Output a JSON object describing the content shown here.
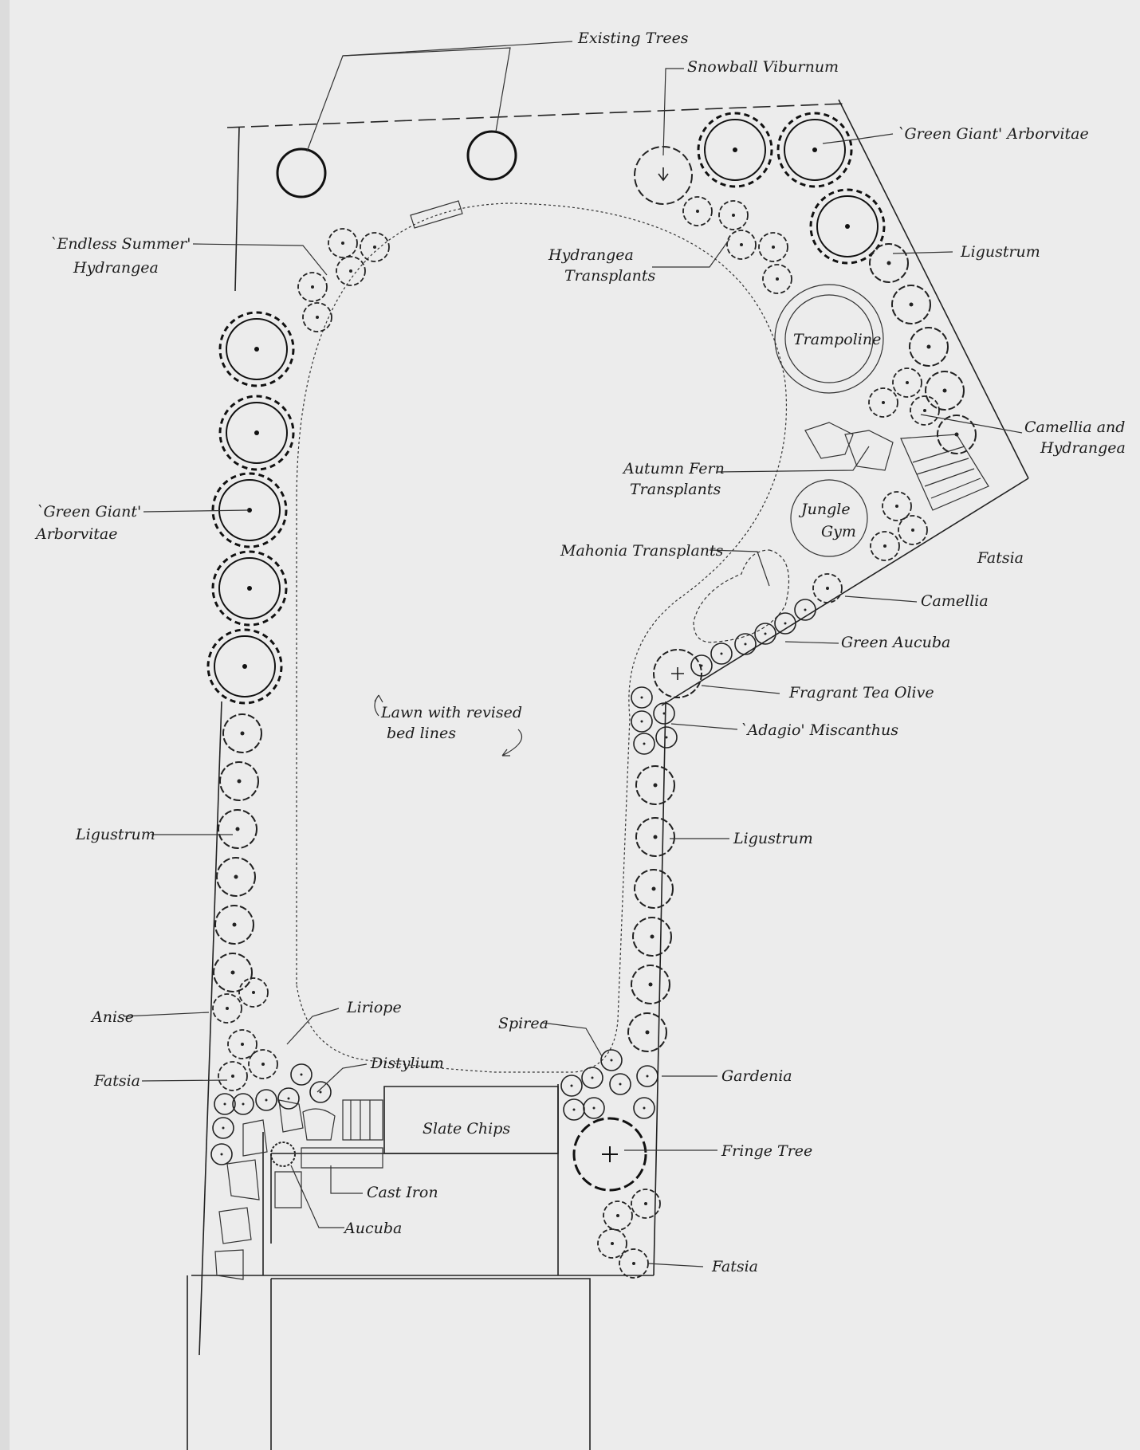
{
  "title": "",
  "labels": {
    "existing_trees": "Existing Trees",
    "snowball_viburnum": "Snowball Viburnum",
    "green_giant_right": "`Green Giant' Arborvitae",
    "endless_summer_1": "`Endless Summer'",
    "endless_summer_2": "Hydrangea",
    "hydrangea_transplants_1": "Hydrangea",
    "hydrangea_transplants_2": "Transplants",
    "ligustrum_top": "Ligustrum",
    "trampoline": "Trampoline",
    "camellia_hydrangea_1": "Camellia and",
    "camellia_hydrangea_2": "Hydrangea",
    "autumn_fern_1": "Autumn Fern",
    "autumn_fern_2": "Transplants",
    "green_giant_left_1": "`Green Giant'",
    "green_giant_left_2": "Arborvitae",
    "jungle_gym_1": "Jungle",
    "jungle_gym_2": "Gym",
    "fatsia_right": "Fatsia",
    "mahonia": "Mahonia Transplants",
    "camellia": "Camellia",
    "green_aucuba": "Green Aucuba",
    "fragrant_tea_olive": "Fragrant Tea Olive",
    "adagio_miscanthus": "`Adagio' Miscanthus",
    "lawn_1": "Lawn with revised",
    "lawn_2": "bed lines",
    "ligustrum_left": "Ligustrum",
    "ligustrum_right": "Ligustrum",
    "anise": "Anise",
    "liriope": "Liriope",
    "spirea": "Spirea",
    "distylium": "Distylium",
    "fatsia_left": "Fatsia",
    "gardenia": "Gardenia",
    "slate_chips": "Slate Chips",
    "fringe_tree": "Fringe Tree",
    "cast_iron": "Cast Iron",
    "aucuba": "Aucuba",
    "fatsia_bottom": "Fatsia"
  }
}
